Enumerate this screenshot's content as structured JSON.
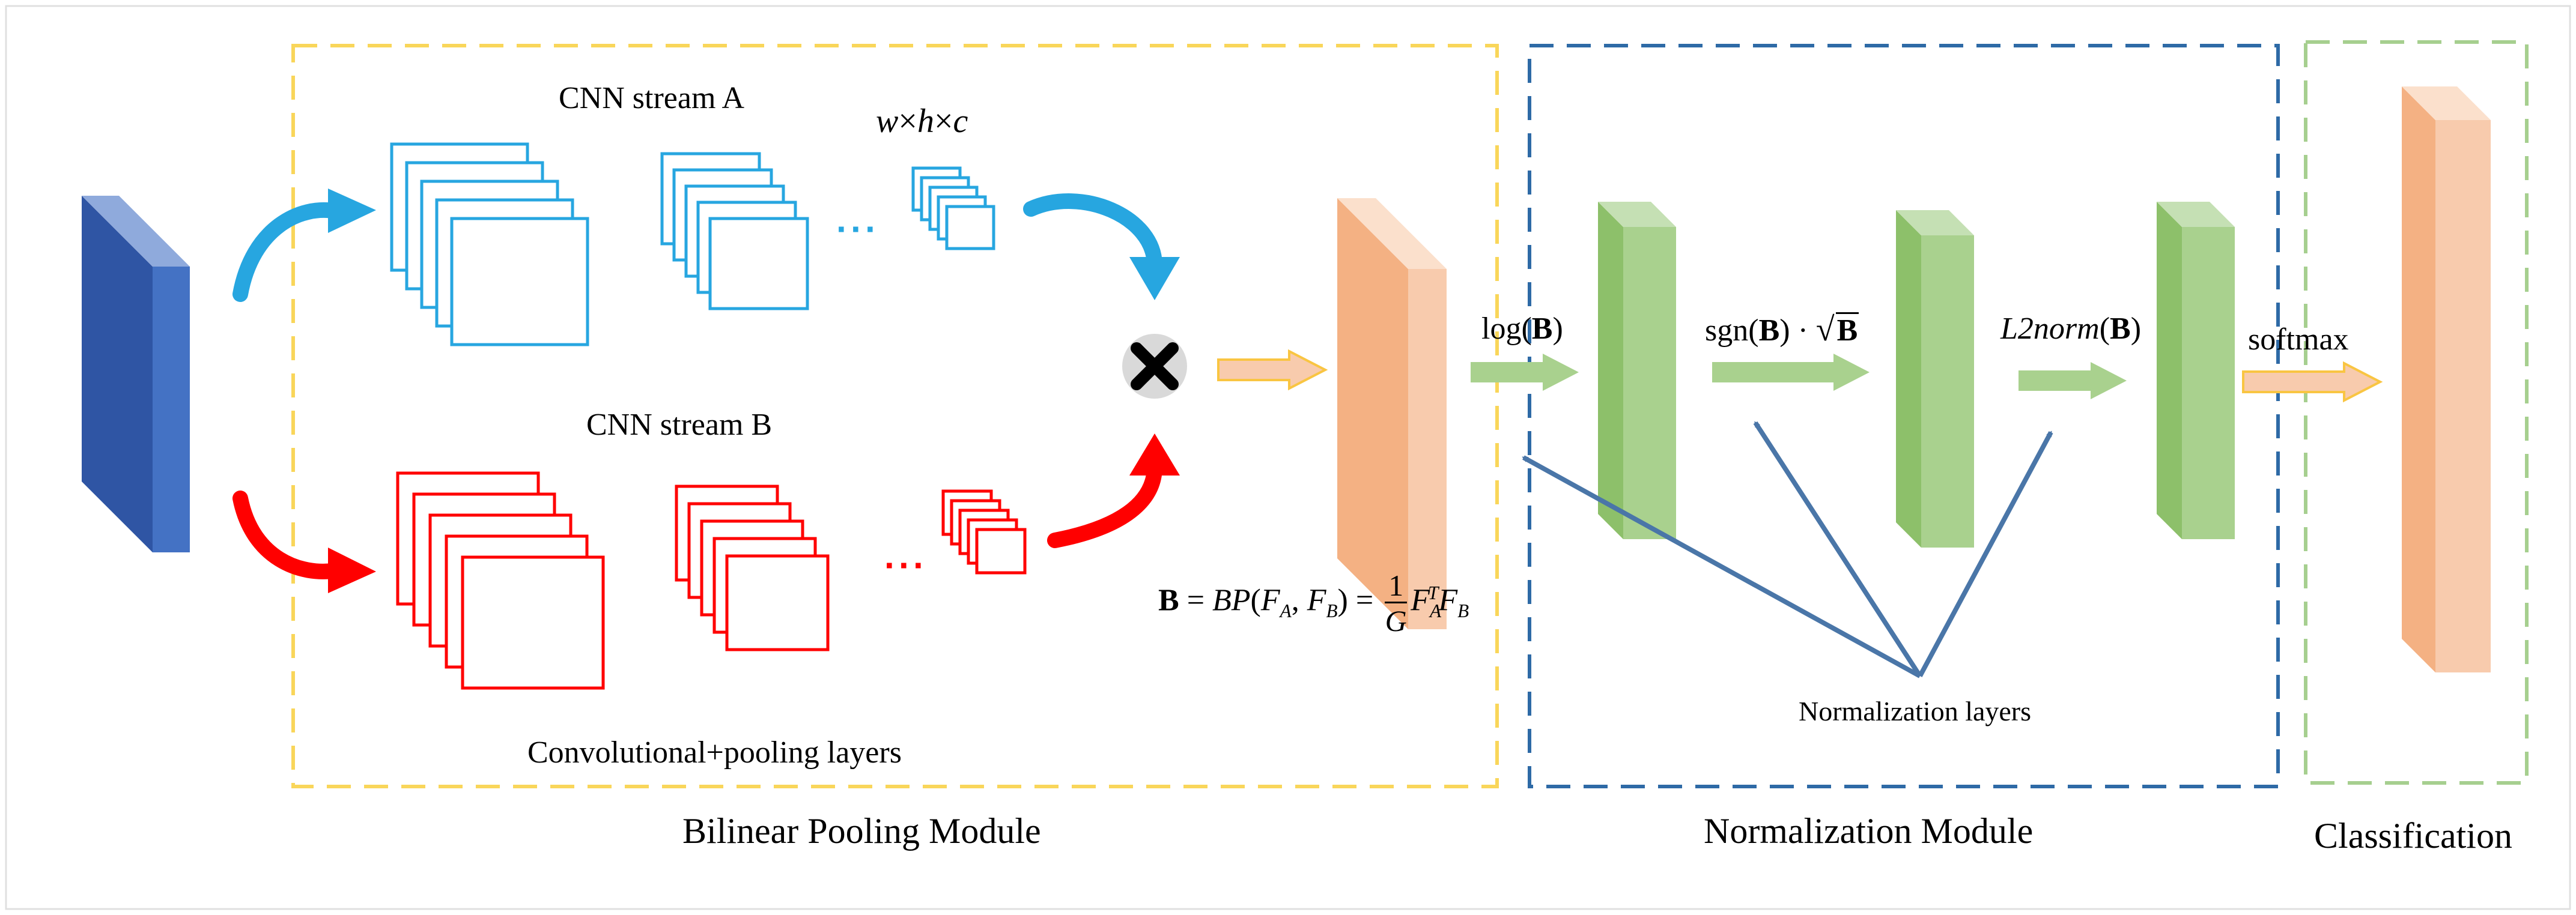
{
  "colors": {
    "yellow_box": "#f9d65a",
    "blue_box": "#2e6aa6",
    "green_box": "#a6cf8f",
    "cyan": "#27a6e0",
    "red": "#ff0000",
    "input_front": "#4472c4",
    "input_side": "#2f55a4",
    "input_top": "#8faadc",
    "orange_front": "#f8cbad",
    "orange_side": "#f4b183",
    "orange_top": "#fbe0cc",
    "green_front": "#a9d18e",
    "green_side": "#8dc06a",
    "green_top": "#c5e0b4",
    "normalization_arrow": "#4a76a8",
    "flow_arrow_orange": "#f8cbad",
    "flow_arrow_green": "#a9d18e"
  },
  "icons": {
    "combine": "multiply-x-icon"
  },
  "labels": {
    "cnn_stream_a": "CNN stream A",
    "cnn_stream_b": "CNN stream B",
    "feature_dims": {
      "w": "w",
      "times1": "×",
      "h": "h",
      "times2": "×",
      "c": "c"
    },
    "conv_pooling": "Convolutional+pooling layers",
    "dots": "···",
    "bilinear_module": "Bilinear Pooling Module",
    "normalization_module": "Normalization Module",
    "classification": "Classification",
    "normalization_layers": "Normalization layers",
    "log": {
      "pre": "log(",
      "arg": "B",
      "post": ")"
    },
    "sgn": {
      "pre": "sgn(",
      "arg": "B",
      "mid": ") · ",
      "root": "B"
    },
    "l2norm": {
      "pre": "L2norm",
      "open": "(",
      "arg": "B",
      "close": ")"
    },
    "softmax": "softmax",
    "formula": {
      "lhs": "B",
      "eq1": " = ",
      "bp": "BP",
      "open": "(",
      "fa": "F",
      "fa_sub": "A",
      "comma": ", ",
      "fb": "F",
      "fb_sub": "B",
      "close": ")",
      "eq2": " = ",
      "num": "1",
      "den": "G",
      "ft": "F",
      "ft_sub": "A",
      "ft_sup": "T",
      "fb2": "F",
      "fb2_sub": "B"
    }
  }
}
